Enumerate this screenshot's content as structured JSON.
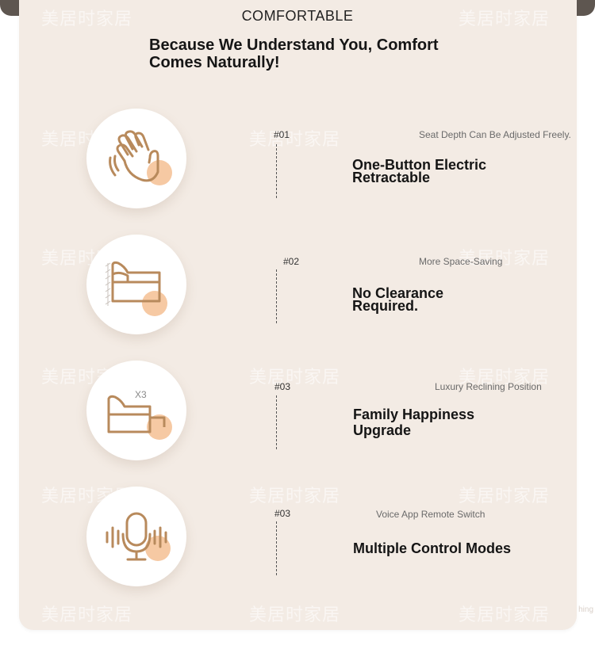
{
  "section_title": "COMFORTABLE",
  "headline": "Because We Understand You, Comfort Comes Naturally!",
  "watermark": "美居时家居",
  "edge_text": "hing",
  "colors": {
    "accent": "#f6c9a3",
    "icon_stroke": "#b88a5c",
    "panel": "#f3ebe4"
  },
  "features": [
    {
      "icon": "waving-hand-icon",
      "number": "#01",
      "subtitle": "Seat Depth Can Be Adjusted Freely.",
      "title": "One-Button Electric Retractable"
    },
    {
      "icon": "sofa-against-wall-icon",
      "number": "#02",
      "subtitle": "More Space-Saving",
      "title": "No Clearance Required."
    },
    {
      "icon": "recliner-x3-icon",
      "icon_label": "X3",
      "number": "#03",
      "subtitle": "Luxury Reclining Position",
      "title": "Family Happiness Upgrade"
    },
    {
      "icon": "microphone-voice-icon",
      "number": "#03",
      "subtitle": "Voice App Remote Switch",
      "title": "Multiple Control Modes"
    }
  ]
}
